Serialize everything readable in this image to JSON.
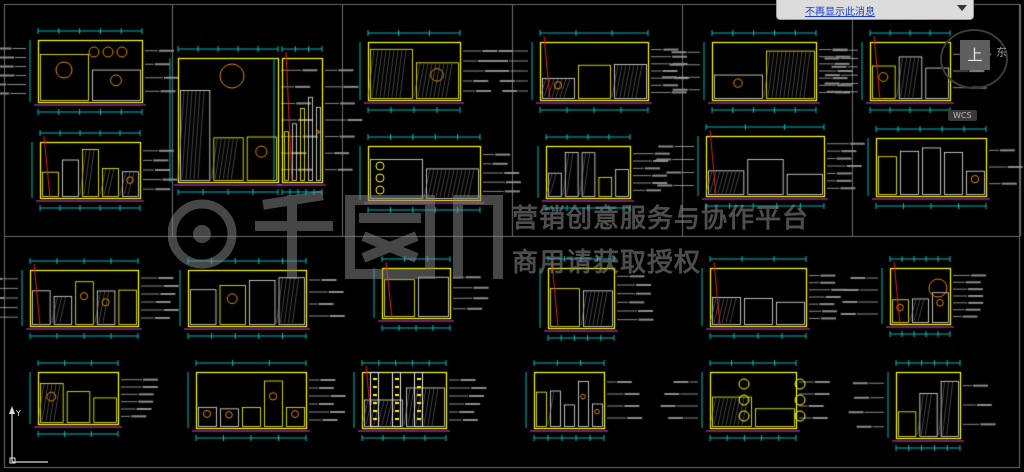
{
  "banner": {
    "link_text": "不再显示此消息"
  },
  "viewcube": {
    "face_label": "上",
    "side_label": "东",
    "wcs_label": "WCS"
  },
  "ucs": {
    "y_label": "Y"
  },
  "watermark": {
    "line1": "营销创意服务与协作平台",
    "line2": "商用请获取授权"
  },
  "colors": {
    "background": "#000000",
    "frame": "#6c6c6c",
    "yellow": "#ffff00",
    "cyan": "#00e5e5",
    "white": "#e8e8e8",
    "magenta": "#e040e0",
    "red": "#e02020",
    "orange": "#e08a00",
    "gray": "#8a8a8a"
  }
}
